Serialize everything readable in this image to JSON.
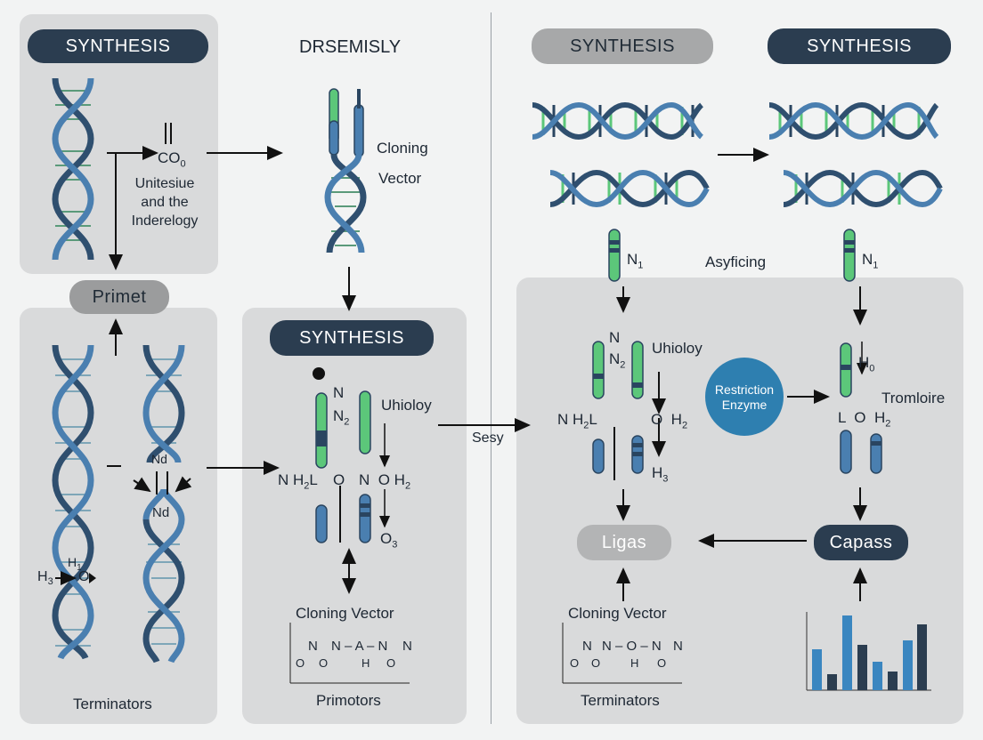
{
  "left": {
    "header_left": "SYNTHESIS",
    "header_mid": "DRSEMISLY",
    "formula_top": "CO",
    "formula_top_sub": "0",
    "caption_lines": [
      "Unitesiue",
      "and the",
      "Inderelogy"
    ],
    "cloning_label": "Cloning",
    "vector_label": "Vector",
    "primet_label": "Primet",
    "nd_top": "Nd",
    "nd_bottom": "Nd",
    "h_label": "H",
    "h_label_sub": "3",
    "h1_label": "H",
    "h1_label_sub": "1",
    "o_label": "O",
    "terminators": "Terminators",
    "synthesis_center": "SYNTHESIS",
    "n_top": "N",
    "n2": "N",
    "n2_sub": "2",
    "uhioloy": "Uhioloy",
    "nh2l": "N H",
    "nh2l_sub": "2",
    "nh2l_tail": "L",
    "o_center": "O",
    "n_oh2": "N  O H",
    "n_oh2_sub": "2",
    "o3": "O",
    "o3_sub": "3",
    "cloning_vector": "Cloning Vector",
    "primotors": "Primotors",
    "chem_left": "N",
    "chem_mid": "N – A – N",
    "chem_right": "N",
    "chem_o1": "O",
    "chem_o2": "O",
    "chem_o3": "O",
    "chem_h": "H"
  },
  "middle": {
    "sesy": "Sesy"
  },
  "right": {
    "header_a": "SYNTHESIS",
    "header_b": "SYNTHESIS",
    "n1_a": "N",
    "n1_a_sub": "1",
    "n1_b": "N",
    "n1_b_sub": "1",
    "asyficing": "Asyficing",
    "n_top": "N",
    "n2": "N",
    "n2_sub": "2",
    "uhioloy": "Uhioloy",
    "nh2l": "N H",
    "nh2l_sub": "2",
    "nh2l_tail": "L",
    "o_h2": "O  H",
    "o_h2_sub": "2",
    "h3": "H",
    "h3_sub": "3",
    "restriction_l1": "Restriction",
    "restriction_l2": "Enzyme",
    "h0": "H",
    "h0_sub": "0",
    "tromloire": "Tromloire",
    "l_o_h2": "L  O  H",
    "l_o_h2_sub": "2",
    "ligas": "Ligas",
    "capass": "Capass",
    "cloning_vector": "Cloning Vector",
    "terminators": "Terminators",
    "chem": "N – O – N",
    "chem_left": "N",
    "chem_right": "N",
    "chem_o1": "O",
    "chem_o2": "O",
    "chem_h": "H",
    "chem_o3": "O"
  },
  "colors": {
    "helix_blue": "#4a7fb0",
    "helix_dark": "#2a4560",
    "green": "#5cc77a",
    "dark_pill": "#2b3d50",
    "enzyme": "#2e7fb0"
  }
}
